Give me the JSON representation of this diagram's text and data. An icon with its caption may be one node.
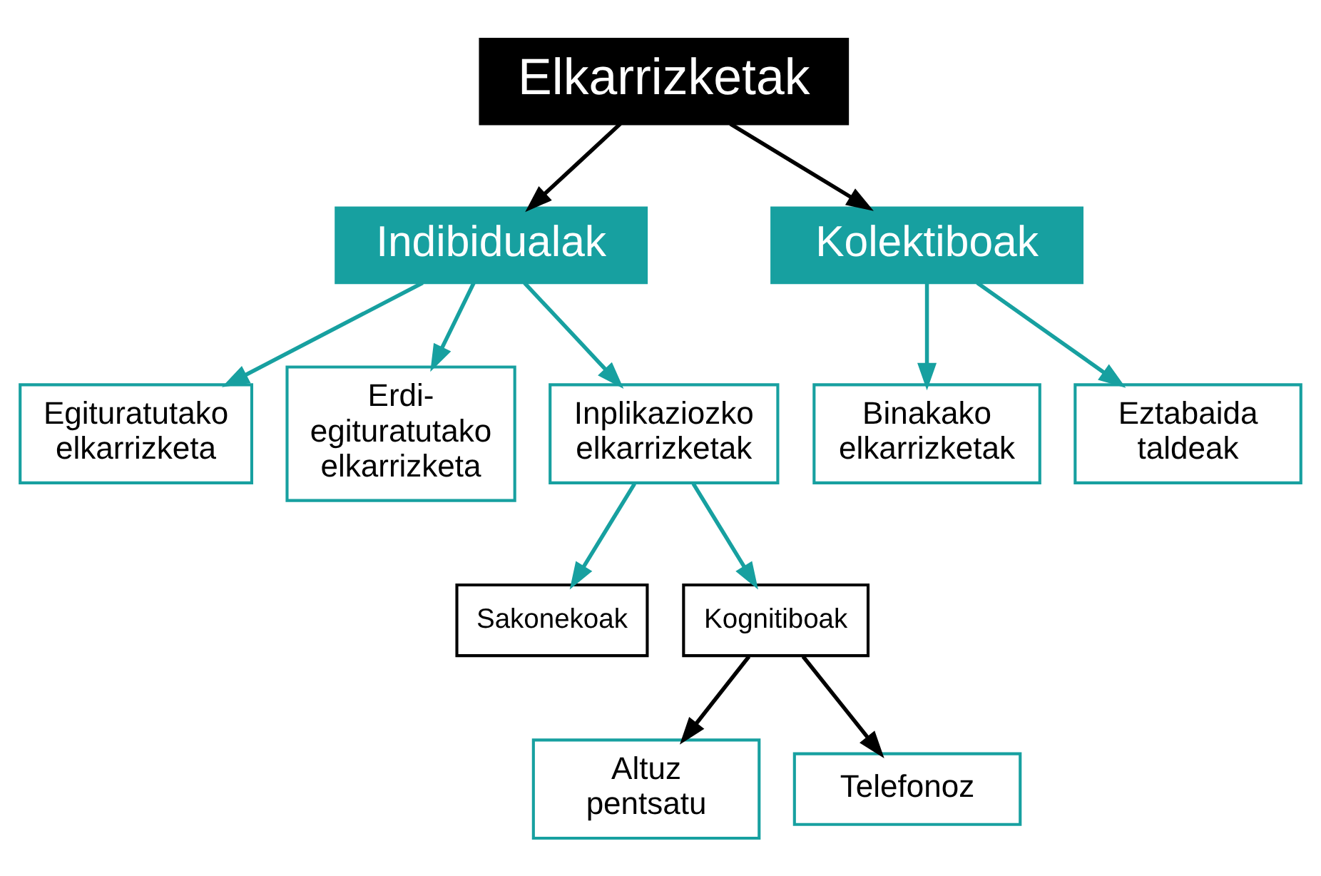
{
  "diagram": {
    "nodes": [
      {
        "text": [
          "Elkarrizketak"
        ]
      },
      {
        "text": [
          "Indibidualak"
        ]
      },
      {
        "text": [
          "Kolektiboak"
        ]
      },
      {
        "text": [
          "Egituratutako elkarrizketa"
        ]
      },
      {
        "text": [
          "Erdi- egituratutako elkarrizketa"
        ]
      },
      {
        "text": [
          "Inplikaziozko elkarrizketak"
        ]
      },
      {
        "text": [
          "Binakako elkarrizketak"
        ]
      },
      {
        "text": [
          "Eztabaida taldeak"
        ]
      },
      {
        "text": [
          "Sakonekoak"
        ]
      },
      {
        "text": [
          "Kognitiboak"
        ]
      },
      {
        "text": [
          "Altuz pentsatu"
        ]
      },
      {
        "text": [
          "Telefonoz"
        ]
      }
    ],
    "edges": [
      {
        "from": 0,
        "to": 1,
        "arrow": "to",
        "color": "#000000"
      },
      {
        "from": 0,
        "to": 2,
        "arrow": "to",
        "color": "#000000"
      },
      {
        "from": 1,
        "to": 3,
        "arrow": "to"
      },
      {
        "from": 1,
        "to": 4,
        "arrow": "to"
      },
      {
        "from": 1,
        "to": 5,
        "arrow": "to"
      },
      {
        "from": 2,
        "to": 6,
        "arrow": "to"
      },
      {
        "from": 2,
        "to": 7,
        "arrow": "to"
      },
      {
        "from": 5,
        "to": 8,
        "arrow": "to"
      },
      {
        "from": 5,
        "to": 9,
        "arrow": "to"
      },
      {
        "from": 9,
        "to": 10,
        "arrow": "to",
        "color": "#000000"
      },
      {
        "from": 9,
        "to": 11,
        "arrow": "to",
        "color": "#000000"
      }
    ]
  }
}
